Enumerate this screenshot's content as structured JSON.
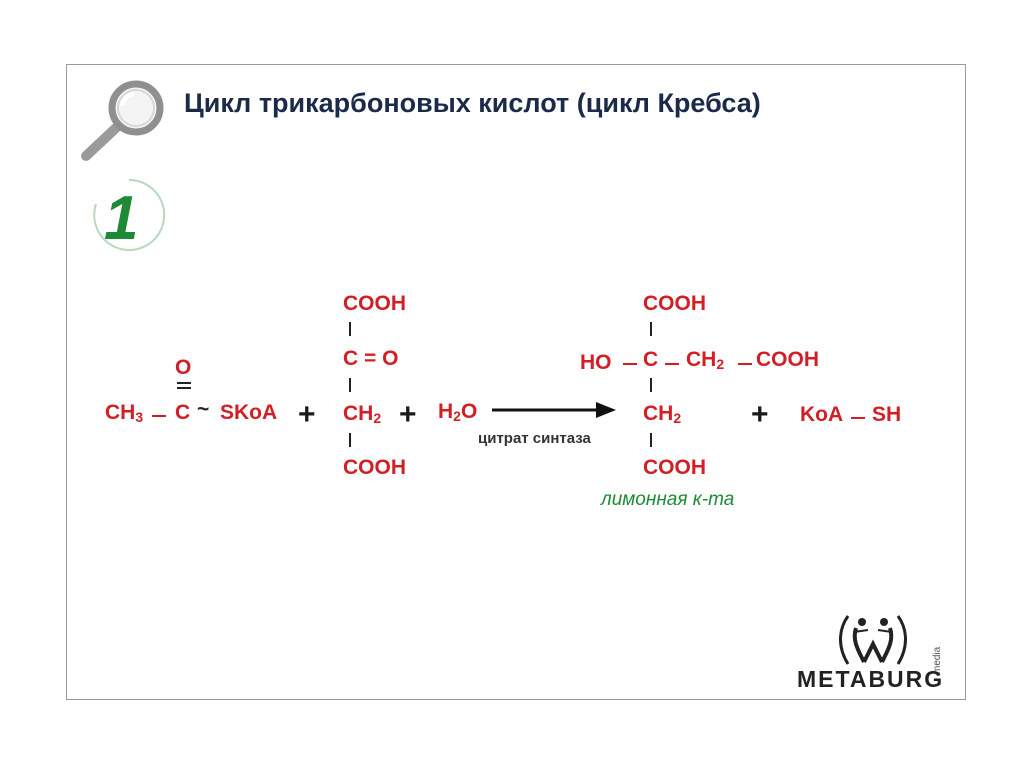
{
  "slide": {
    "title": "Цикл трикарбоновых кислот (цикл Кребса)",
    "step_number": "1"
  },
  "reaction": {
    "acetyl_coa": {
      "o": "O",
      "ch3": "CH",
      "ch3_sub": "3",
      "c": "C",
      "tilde": "~",
      "skoa": "SKoA"
    },
    "oxaloacetate": {
      "cooh_top": "COOH",
      "c_eq_o": "C = O",
      "ch2": "CH",
      "ch2_sub": "2",
      "cooh_bottom": "COOH"
    },
    "water": {
      "h": "H",
      "sub": "2",
      "o": "O"
    },
    "plus": "+",
    "enzyme": "цитрат синтаза",
    "citrate": {
      "cooh_top": "COOH",
      "ho": "HO",
      "c": "C",
      "ch2_right": "CH",
      "ch2_right_sub": "2",
      "cooh_right": "COOH",
      "ch2": "CH",
      "ch2_sub": "2",
      "cooh_bottom": "COOH",
      "name": "лимонная к-та"
    },
    "coa_sh": {
      "koa": "KoA",
      "sh": "SH"
    }
  },
  "logo": {
    "name": "METABURG",
    "sub": "media"
  },
  "colors": {
    "formula": "#d21f26",
    "title": "#1c2a4a",
    "accent_green": "#1e8a35"
  },
  "icons": {
    "magnifier": "magnifier-icon"
  }
}
